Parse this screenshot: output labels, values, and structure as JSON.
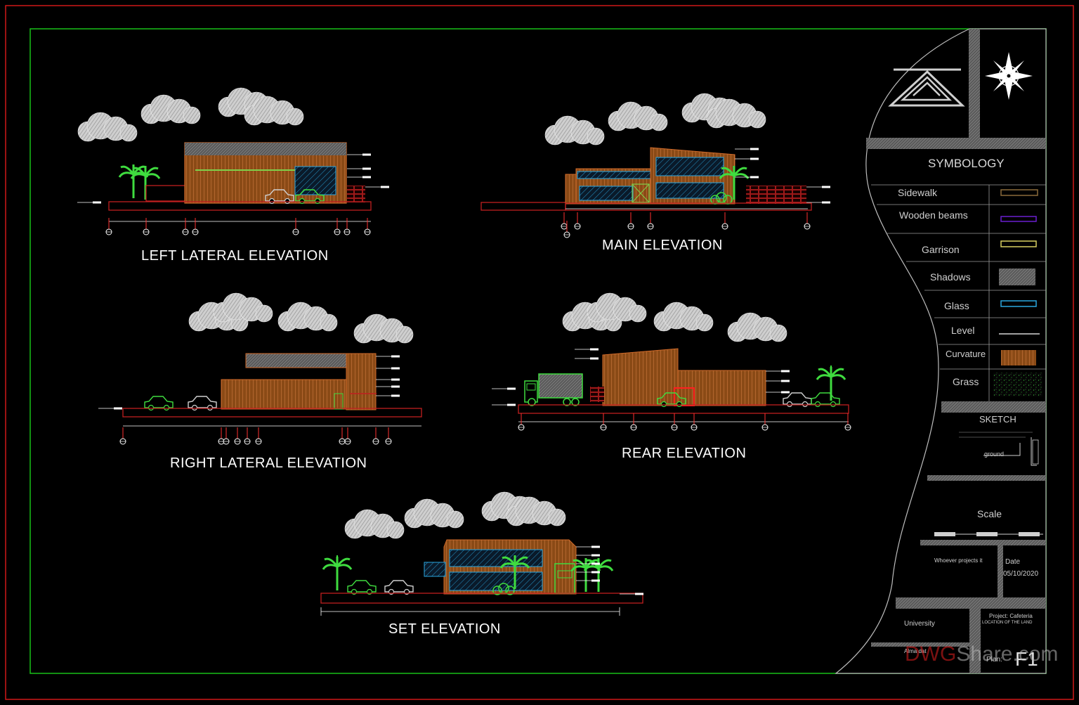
{
  "titles": {
    "left": "LEFT LATERAL ELEVATION",
    "main": "MAIN ELEVATION",
    "right": "RIGHT LATERAL ELEVATION",
    "rear": "REAR ELEVATION",
    "set": "SET ELEVATION"
  },
  "symbology": {
    "heading": "SYMBOLOGY",
    "items": [
      {
        "label": "Sidewalk",
        "color": "#8a6a3a"
      },
      {
        "label": "Wooden  beams",
        "color": "#6a1fd0"
      },
      {
        "label": "Garrison",
        "color": "#d8d060"
      },
      {
        "label": "Shadows",
        "color": "#9a9a9a"
      },
      {
        "label": "Glass",
        "color": "#2aa7e0"
      },
      {
        "label": "Level",
        "color": "#ffffff"
      },
      {
        "label": "Curvature",
        "color": "#a0561e"
      },
      {
        "label": "Grass",
        "color": "#3fdc3f"
      }
    ]
  },
  "sketch": {
    "heading": "SKETCH",
    "ground": "ground"
  },
  "scale": {
    "heading": "Scale"
  },
  "info": {
    "projects": "Whoever projects it",
    "date_label": "Date",
    "date": "05/10/2020",
    "university": "University",
    "project": "Project: Cafeteria",
    "location": "LOCATION OF THE LAND",
    "student": "Alma dat",
    "plan": "Plan:",
    "sheet": "F1"
  },
  "watermark": {
    "a": "DWG",
    "b": "Share.com"
  },
  "colors": {
    "frame_red": "#d01818",
    "frame_green": "#18c018",
    "wood": "#a0561e",
    "brick": "#c02020",
    "glass": "#2aa7e0",
    "grass": "#3fdc3f"
  }
}
